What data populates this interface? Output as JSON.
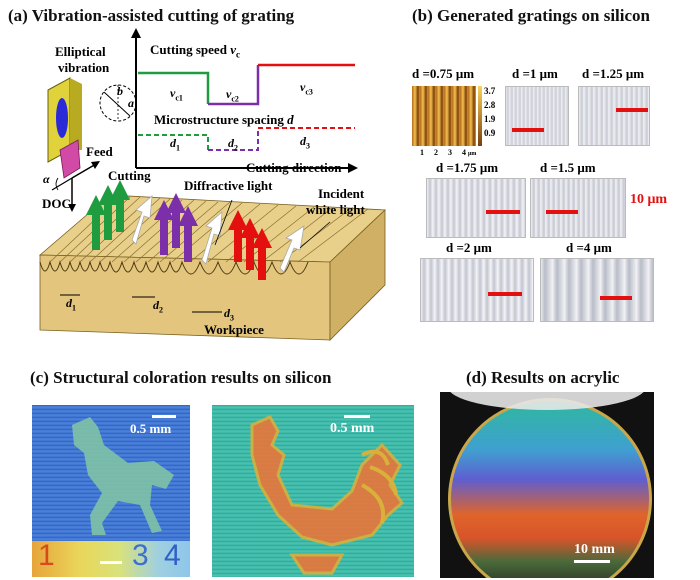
{
  "panels": {
    "a": {
      "title": "(a) Vibration-assisted cutting of grating",
      "elliptical": "Elliptical",
      "vibration": "vibration",
      "b": "b",
      "a": "a",
      "feed": "Feed",
      "alpha": "α",
      "doc": "DOC",
      "cutting": "Cutting",
      "diffractive": "Diffractive light",
      "incident1": "Incident",
      "incident2": "white light",
      "workpiece": "Workpiece",
      "speed_label": "Cutting speed ",
      "speed_var": "v",
      "speed_sub": "c",
      "vc1": "v",
      "vc1_sub": "c1",
      "vc2": "v",
      "vc2_sub": "c2",
      "vc3": "v",
      "vc3_sub": "c3",
      "spacing_label": "Microstructure spacing ",
      "spacing_var": "d",
      "d1": "d",
      "d1_sub": "1",
      "d2": "d",
      "d2_sub": "2",
      "d3": "d",
      "d3_sub": "3",
      "direction": "Cutting direction"
    },
    "b": {
      "title": "(b) Generated gratings on silicon",
      "labels": [
        "d =0.75 μm",
        "d =1 μm",
        "d =1.25 μm",
        "d =1.75 μm",
        "d =1.5 μm",
        "d =2 μm",
        "d =4 μm"
      ],
      "afm_scale": [
        "3.7",
        "2.8",
        "1.9",
        "0.9"
      ],
      "afm_xticks": [
        "1",
        "2",
        "3",
        "4"
      ],
      "afm_unit": "μm",
      "scale": "10 μm"
    },
    "c": {
      "title": "(c) Structural coloration results on silicon",
      "scale1": "0.5 mm",
      "scale2": "0.5 mm",
      "digits": [
        "1",
        "",
        "3",
        "4"
      ]
    },
    "d": {
      "title": "(d) Results on acrylic",
      "scale": "10 mm"
    }
  },
  "colors": {
    "green": "#1f9c3f",
    "purple": "#7b2fa8",
    "red": "#e41010",
    "workpiece": "#e8cf8a"
  }
}
